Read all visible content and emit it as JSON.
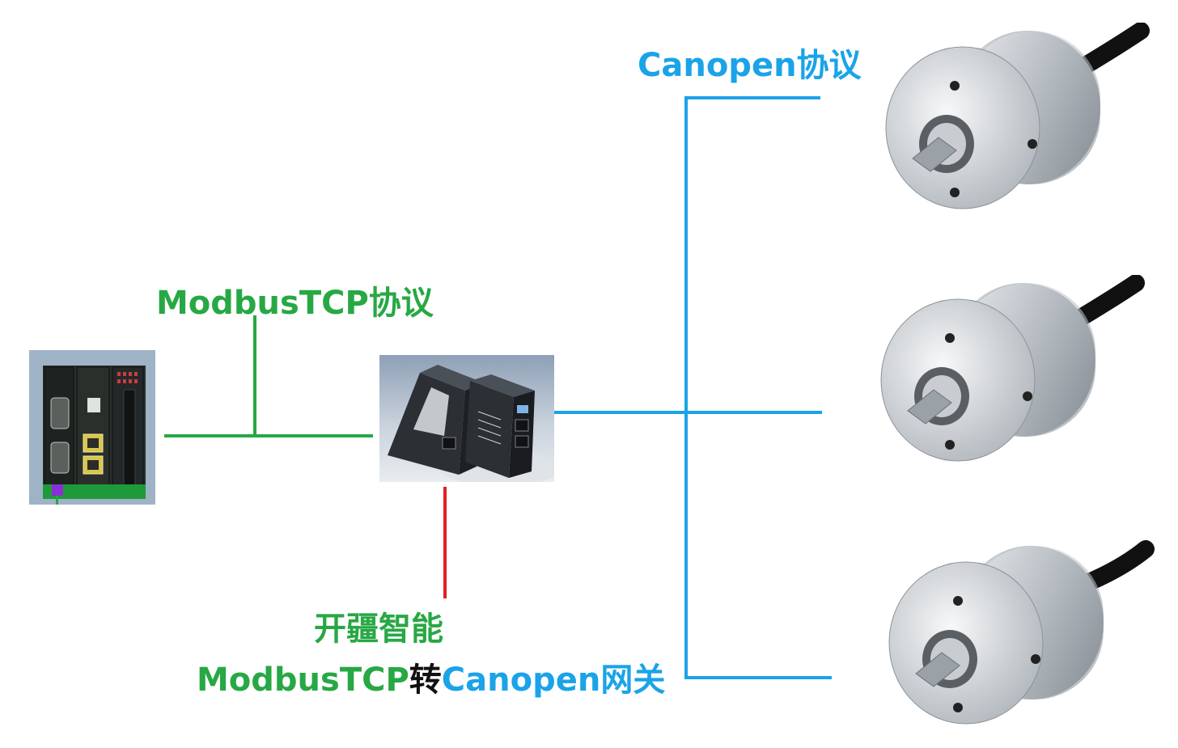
{
  "labels": {
    "canopen_protocol": "Canopen协议",
    "modbus_protocol": "ModbusTCP协议",
    "gateway_vendor": "开疆智能",
    "gateway_modbus": "ModbusTCP",
    "gateway_to": "转",
    "gateway_canopen": "Canopen",
    "gateway_suffix": "网关"
  },
  "colors": {
    "canopen": "#1aa3e8",
    "modbus": "#27a844",
    "power": "#e02020",
    "text_dark": "#111111"
  },
  "devices": {
    "plc": "plc-controller",
    "gateway": "modbustcp-canopen-gateway",
    "encoders": [
      "encoder-1",
      "encoder-2",
      "encoder-3"
    ]
  }
}
